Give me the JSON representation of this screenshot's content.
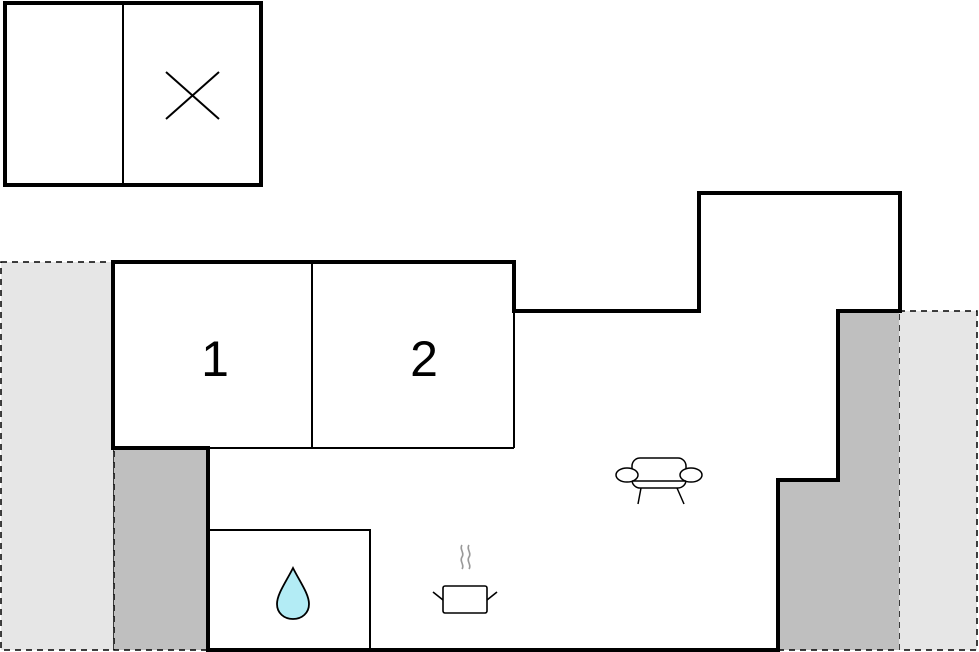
{
  "floorplan": {
    "rooms": [
      {
        "id": "bedroom-1",
        "label": "1"
      },
      {
        "id": "bedroom-2",
        "label": "2"
      }
    ],
    "icons": [
      {
        "name": "window-cross-icon",
        "meaning": "cross"
      },
      {
        "name": "water-drop-icon",
        "meaning": "bathroom"
      },
      {
        "name": "cooking-pot-icon",
        "meaning": "kitchen"
      },
      {
        "name": "sofa-icon",
        "meaning": "living room"
      }
    ],
    "colors": {
      "wall": "#000000",
      "terrace_light": "#e6e6e6",
      "terrace_dark": "#bfbfbf",
      "water": "#b3ecf5",
      "background": "#ffffff"
    }
  }
}
